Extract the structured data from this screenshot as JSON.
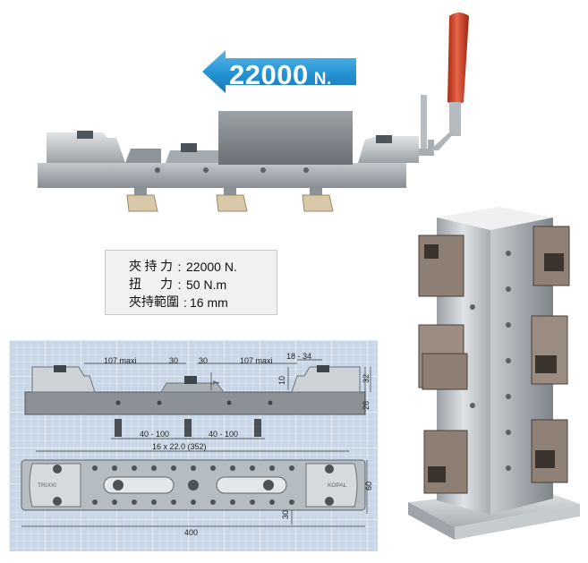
{
  "force": {
    "value": "22000",
    "unit": "N."
  },
  "specs": [
    {
      "key_chars": [
        "夾",
        "持",
        "力"
      ],
      "sep": ":",
      "value": "22000 N."
    },
    {
      "key_chars": [
        "扭",
        "",
        "力"
      ],
      "sep": ":",
      "value": "50 N.m"
    },
    {
      "key_chars": [
        "夾",
        "持",
        "範",
        "圍"
      ],
      "sep": ":",
      "value": "16 mm"
    }
  ],
  "dimensions": {
    "jaw_open_left": "107 maxi",
    "jaw_open_right": "107 maxi",
    "center_left": "30",
    "center_right": "30",
    "center_h": "7",
    "right_h": "10",
    "range": "18 - 34",
    "h_top": "32",
    "h_bottom": "28",
    "pitch_left": "40 - 100",
    "pitch_right": "40 - 100",
    "holes": "16 x 22.0 (352)",
    "width": "60",
    "length": "400",
    "edge": "30"
  },
  "brand_left": "TRIXXI",
  "brand_right": "KOPAL",
  "colors": {
    "arrow": "#2b9ad6",
    "handle": "#d64a2f",
    "base": "#9fa6ab",
    "blueprint_bg": "#c9d8e9",
    "blueprint_grid": "#ffffff"
  }
}
